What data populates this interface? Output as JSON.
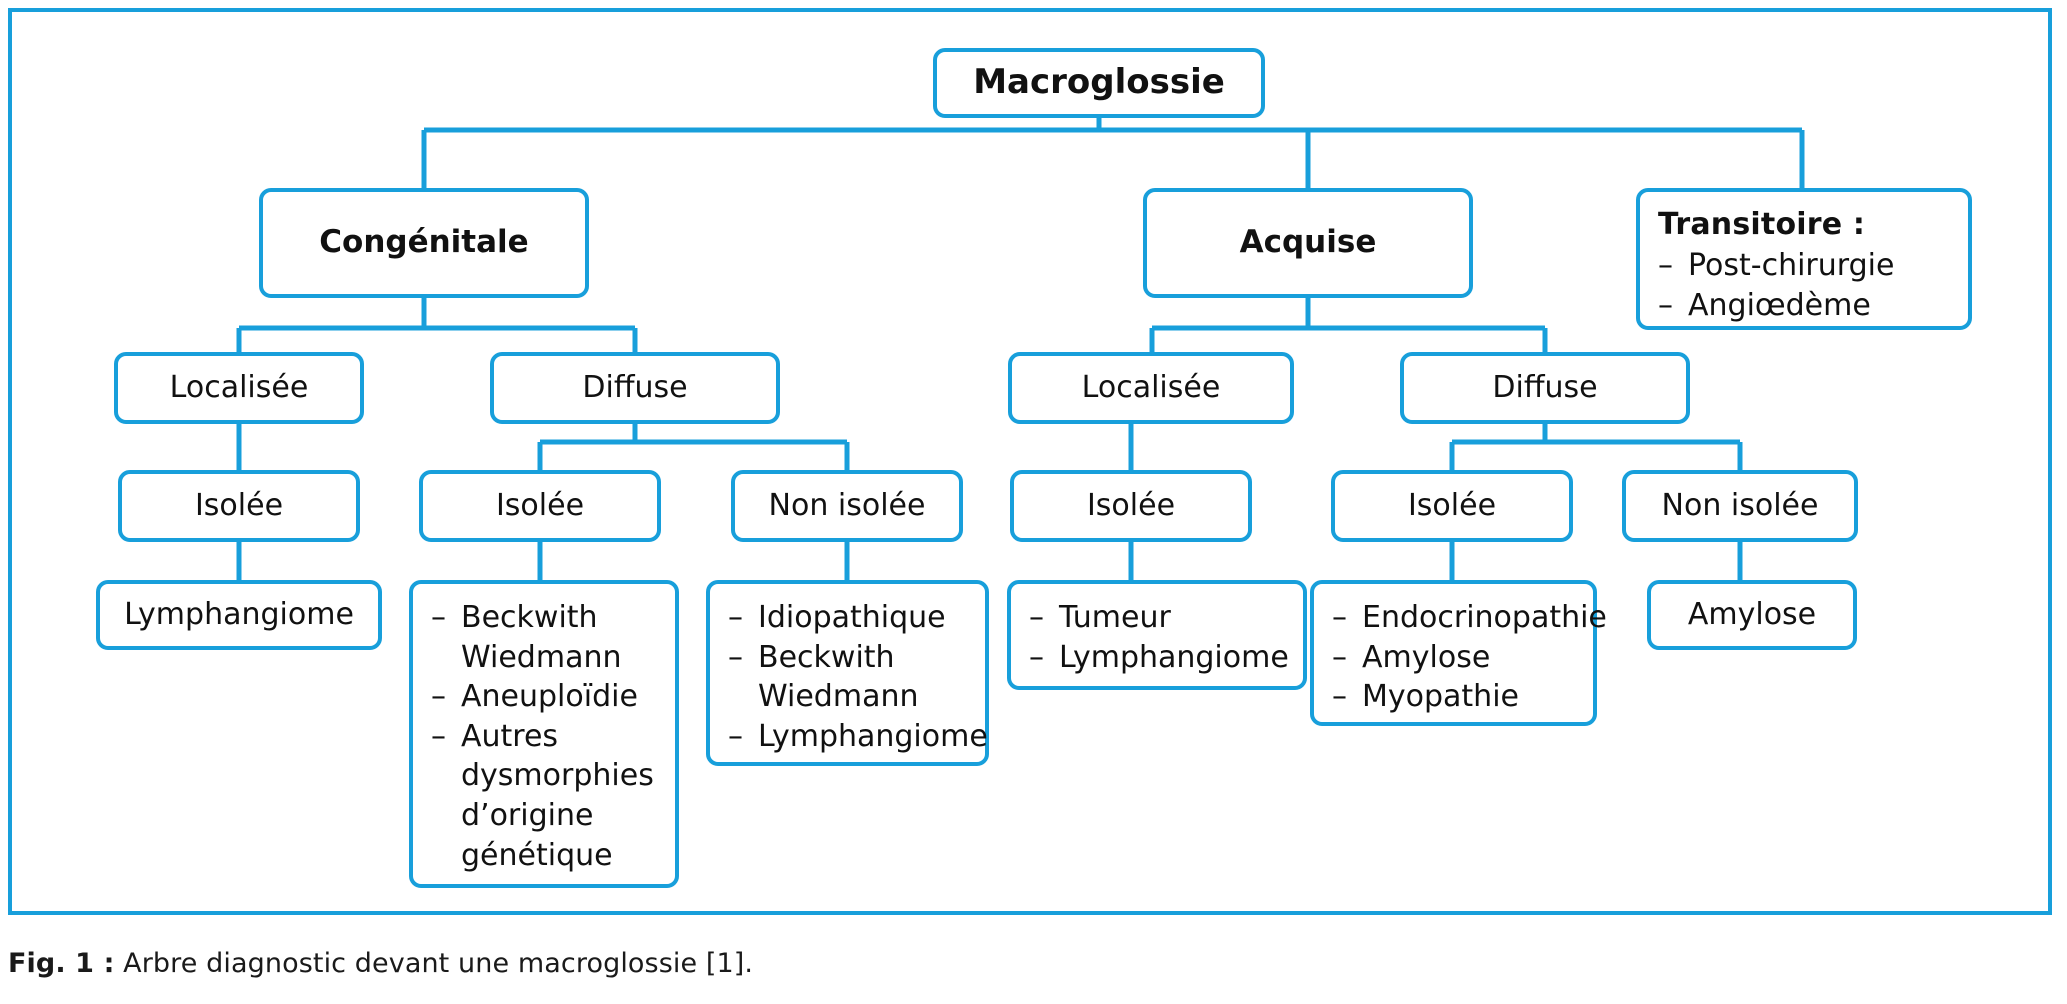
{
  "figure": {
    "caption_label": "Fig. 1 :",
    "caption_text": " Arbre diagnostic devant une macroglossie [1]."
  },
  "colors": {
    "accent_blue": "#189FDB",
    "text": "#111111",
    "background": "#FFFFFF"
  },
  "tree": {
    "root": {
      "label": "Macroglossie"
    },
    "branches": {
      "congenitale": {
        "label": "Congénitale"
      },
      "acquise": {
        "label": "Acquise"
      },
      "transitoire": {
        "title": "Transitoire :",
        "items": [
          "Post-chirurgie",
          "Angiœdème"
        ]
      }
    },
    "congenitale_children": {
      "localisee": {
        "label": "Localisée"
      },
      "diffuse": {
        "label": "Diffuse"
      }
    },
    "congenitale_localisee_children": {
      "isolee": {
        "label": "Isolée"
      }
    },
    "congenitale_diffuse_children": {
      "isolee": {
        "label": "Isolée"
      },
      "non_isolee": {
        "label": "Non isolée"
      }
    },
    "acquise_children": {
      "localisee": {
        "label": "Localisée"
      },
      "diffuse": {
        "label": "Diffuse"
      }
    },
    "acquise_localisee_children": {
      "isolee": {
        "label": "Isolée"
      }
    },
    "acquise_diffuse_children": {
      "isolee": {
        "label": "Isolée"
      },
      "non_isolee": {
        "label": "Non isolée"
      }
    },
    "leaves": {
      "cong_loc_isolee": {
        "label": "Lymphangiome"
      },
      "cong_diff_isolee": {
        "items": [
          "Beckwith Wiedmann",
          "Aneuploïdie",
          "Autres dysmorphies d’origine génétique"
        ]
      },
      "cong_diff_non_isolee": {
        "items": [
          "Idiopathique",
          "Beckwith Wiedmann",
          "Lymphangiome"
        ]
      },
      "acq_loc_isolee": {
        "items": [
          "Tumeur",
          "Lymphangiome"
        ]
      },
      "acq_diff_isolee": {
        "items": [
          "Endocrinopathie",
          "Amylose",
          "Myopathie"
        ]
      },
      "acq_diff_non_isolee": {
        "label": "Amylose"
      }
    }
  },
  "dash_glyph": "–"
}
